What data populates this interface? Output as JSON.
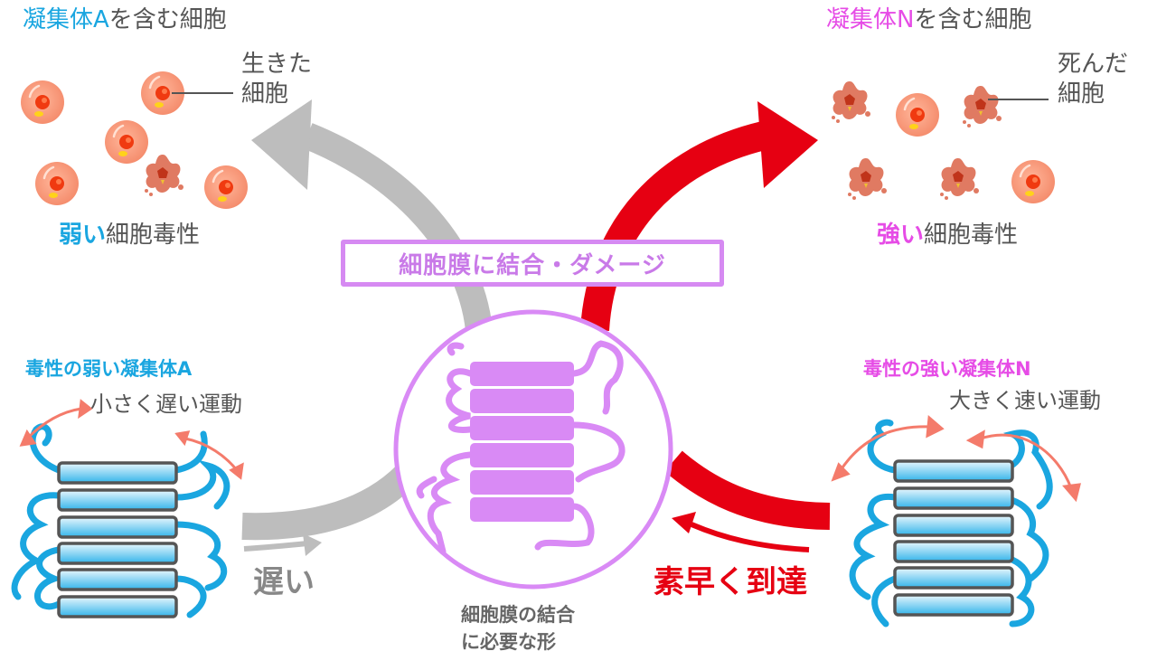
{
  "colors": {
    "aggregate_a": "#1aa6e0",
    "aggregate_n": "#e64ce6",
    "fast_red": "#e60012",
    "slow_gray": "#bdbdbd",
    "membrane_purple": "#d98af5",
    "motion_arrow": "#f47b6b",
    "text_gray": "#555555"
  },
  "top_left": {
    "title_highlight": "凝集体A",
    "title_rest": "を含む細胞",
    "callout_line1": "生きた",
    "callout_line2": "細胞",
    "toxicity_highlight": "弱い",
    "toxicity_rest": "細胞毒性"
  },
  "top_right": {
    "title_highlight": "凝集体N",
    "title_rest": "を含む細胞",
    "callout_line1": "死んだ",
    "callout_line2": "細胞",
    "toxicity_highlight": "強い",
    "toxicity_rest": "細胞毒性"
  },
  "center": {
    "membrane_label": "細胞膜に結合・ダメージ",
    "shape_caption_line1": "細胞膜の結合",
    "shape_caption_line2": "に必要な形"
  },
  "bottom_left": {
    "title": "毒性の弱い凝集体A",
    "motion_label": "小さく遅い運動",
    "speed_label": "遅い"
  },
  "bottom_right": {
    "title": "毒性の強い凝集体N",
    "motion_label": "大きく速い運動",
    "speed_label": "素早く到達"
  },
  "icons": {
    "live_cell": "live-cell-icon",
    "dead_cell": "dead-cell-icon",
    "aggregate": "fibril-aggregate-icon"
  }
}
